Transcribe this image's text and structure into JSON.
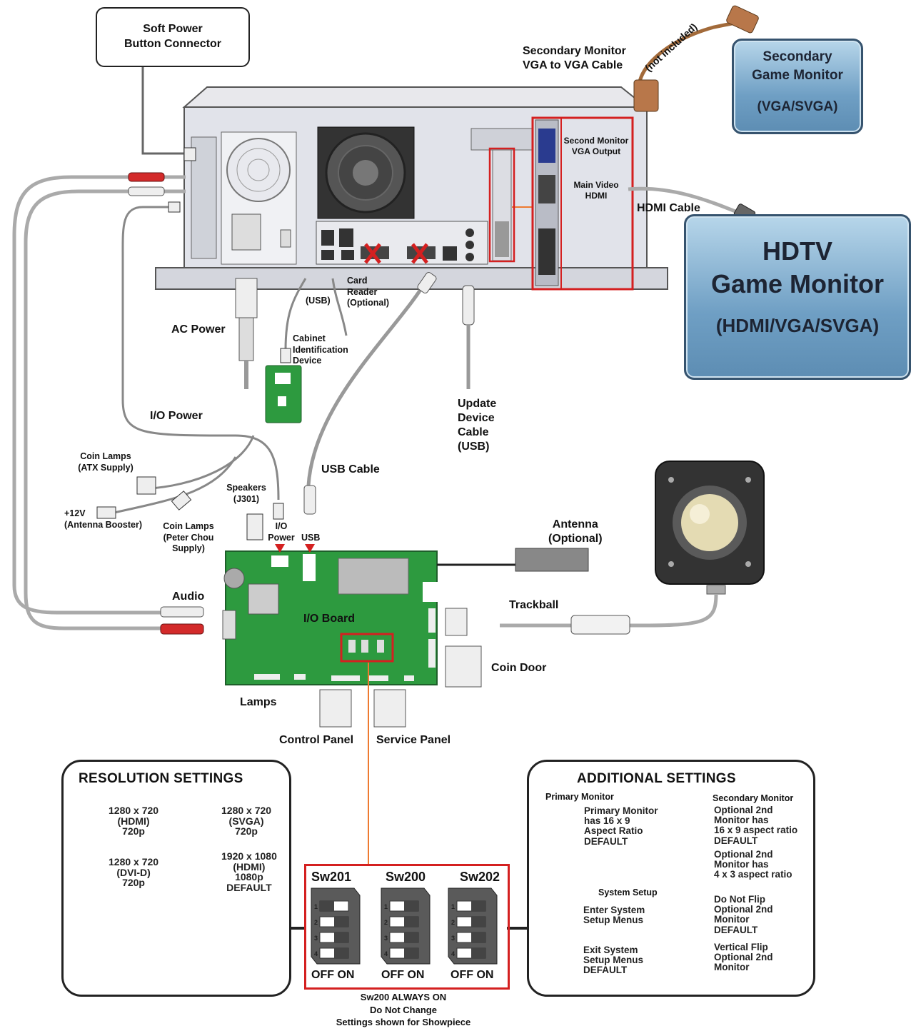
{
  "callout_soft_power": "Soft Power\nButton Connector",
  "secondary_cable": "Secondary Monitor\nVGA to VGA Cable",
  "not_included": "(not included)",
  "secondary_monitor": {
    "line1": "Secondary",
    "line2": "Game Monitor",
    "line3": "(VGA/SVGA)"
  },
  "hdtv_monitor": {
    "line1": "HDTV",
    "line2": "Game Monitor",
    "line3": "(HDMI/VGA/SVGA)"
  },
  "second_monitor_output": "Second Monitor\nVGA Output",
  "main_video": "Main Video\nHDMI",
  "hdmi_cable": "HDMI Cable",
  "ac_power": "AC Power",
  "usb_small": "(USB)",
  "card_reader": "Card\nReader\n(Optional)",
  "cabinet_id": "Cabinet\nIdentification\nDevice",
  "update_device": "Update\nDevice\nCable\n(USB)",
  "io_power_top": "I/O Power",
  "usb_cable": "USB Cable",
  "coin_lamps_atx": "Coin Lamps\n(ATX Supply)",
  "speakers": "Speakers\n(J301)",
  "plus12v": "+12V\n(Antenna Booster)",
  "coin_lamps_peter": "Coin Lamps\n(Peter Chou\nSupply)",
  "io_power_board": "I/O\nPower",
  "usb_board": "USB",
  "antenna": "Antenna\n(Optional)",
  "audio": "Audio",
  "io_board": "I/O Board",
  "trackball": "Trackball",
  "coin_door": "Coin Door",
  "lamps": "Lamps",
  "control_panel": "Control Panel",
  "service_panel": "Service Panel",
  "resolution": {
    "title": "RESOLUTION SETTINGS",
    "items": [
      {
        "text": "1280 x 720\n(HDMI)\n720p"
      },
      {
        "text": "1280 x 720\n(SVGA)\n720p"
      },
      {
        "text": "1280 x 720\n(DVI-D)\n720p"
      },
      {
        "text": "1920 x 1080\n(HDMI)\n1080p\nDEFAULT"
      }
    ]
  },
  "switch_numbers": [
    "1",
    "2",
    "3",
    "4"
  ],
  "off": "OFF",
  "on": "ON",
  "switches": {
    "sw201": "Sw201",
    "sw200": "Sw200",
    "sw202": "Sw202",
    "off_on": "OFF ON"
  },
  "sw_note": "Sw200 ALWAYS ON\nDo Not Change\nSettings shown for Showpiece",
  "additional": {
    "title": "ADDITIONAL SETTINGS",
    "primary_head": "Primary Monitor",
    "secondary_head": "Secondary Monitor",
    "system_head": "System Setup",
    "primary_text": "Primary Monitor\nhas 16 x 9\nAspect Ratio\nDEFAULT",
    "sec1": "Optional 2nd\nMonitor has\n16 x 9 aspect ratio\nDEFAULT",
    "sec2": "Optional 2nd\nMonitor has\n4 x 3 aspect ratio",
    "sys1": "Enter System\nSetup Menus",
    "sys2": "Exit System\nSetup Menus\nDEFAULT",
    "flip1": "Do Not Flip\nOptional 2nd\nMonitor\nDEFAULT",
    "flip2": "Vertical Flip\nOptional 2nd\nMonitor"
  },
  "colors": {
    "monitor_blue": "#6f9fc4",
    "board_green": "#2d9a3f",
    "highlight_red": "#d42020"
  }
}
